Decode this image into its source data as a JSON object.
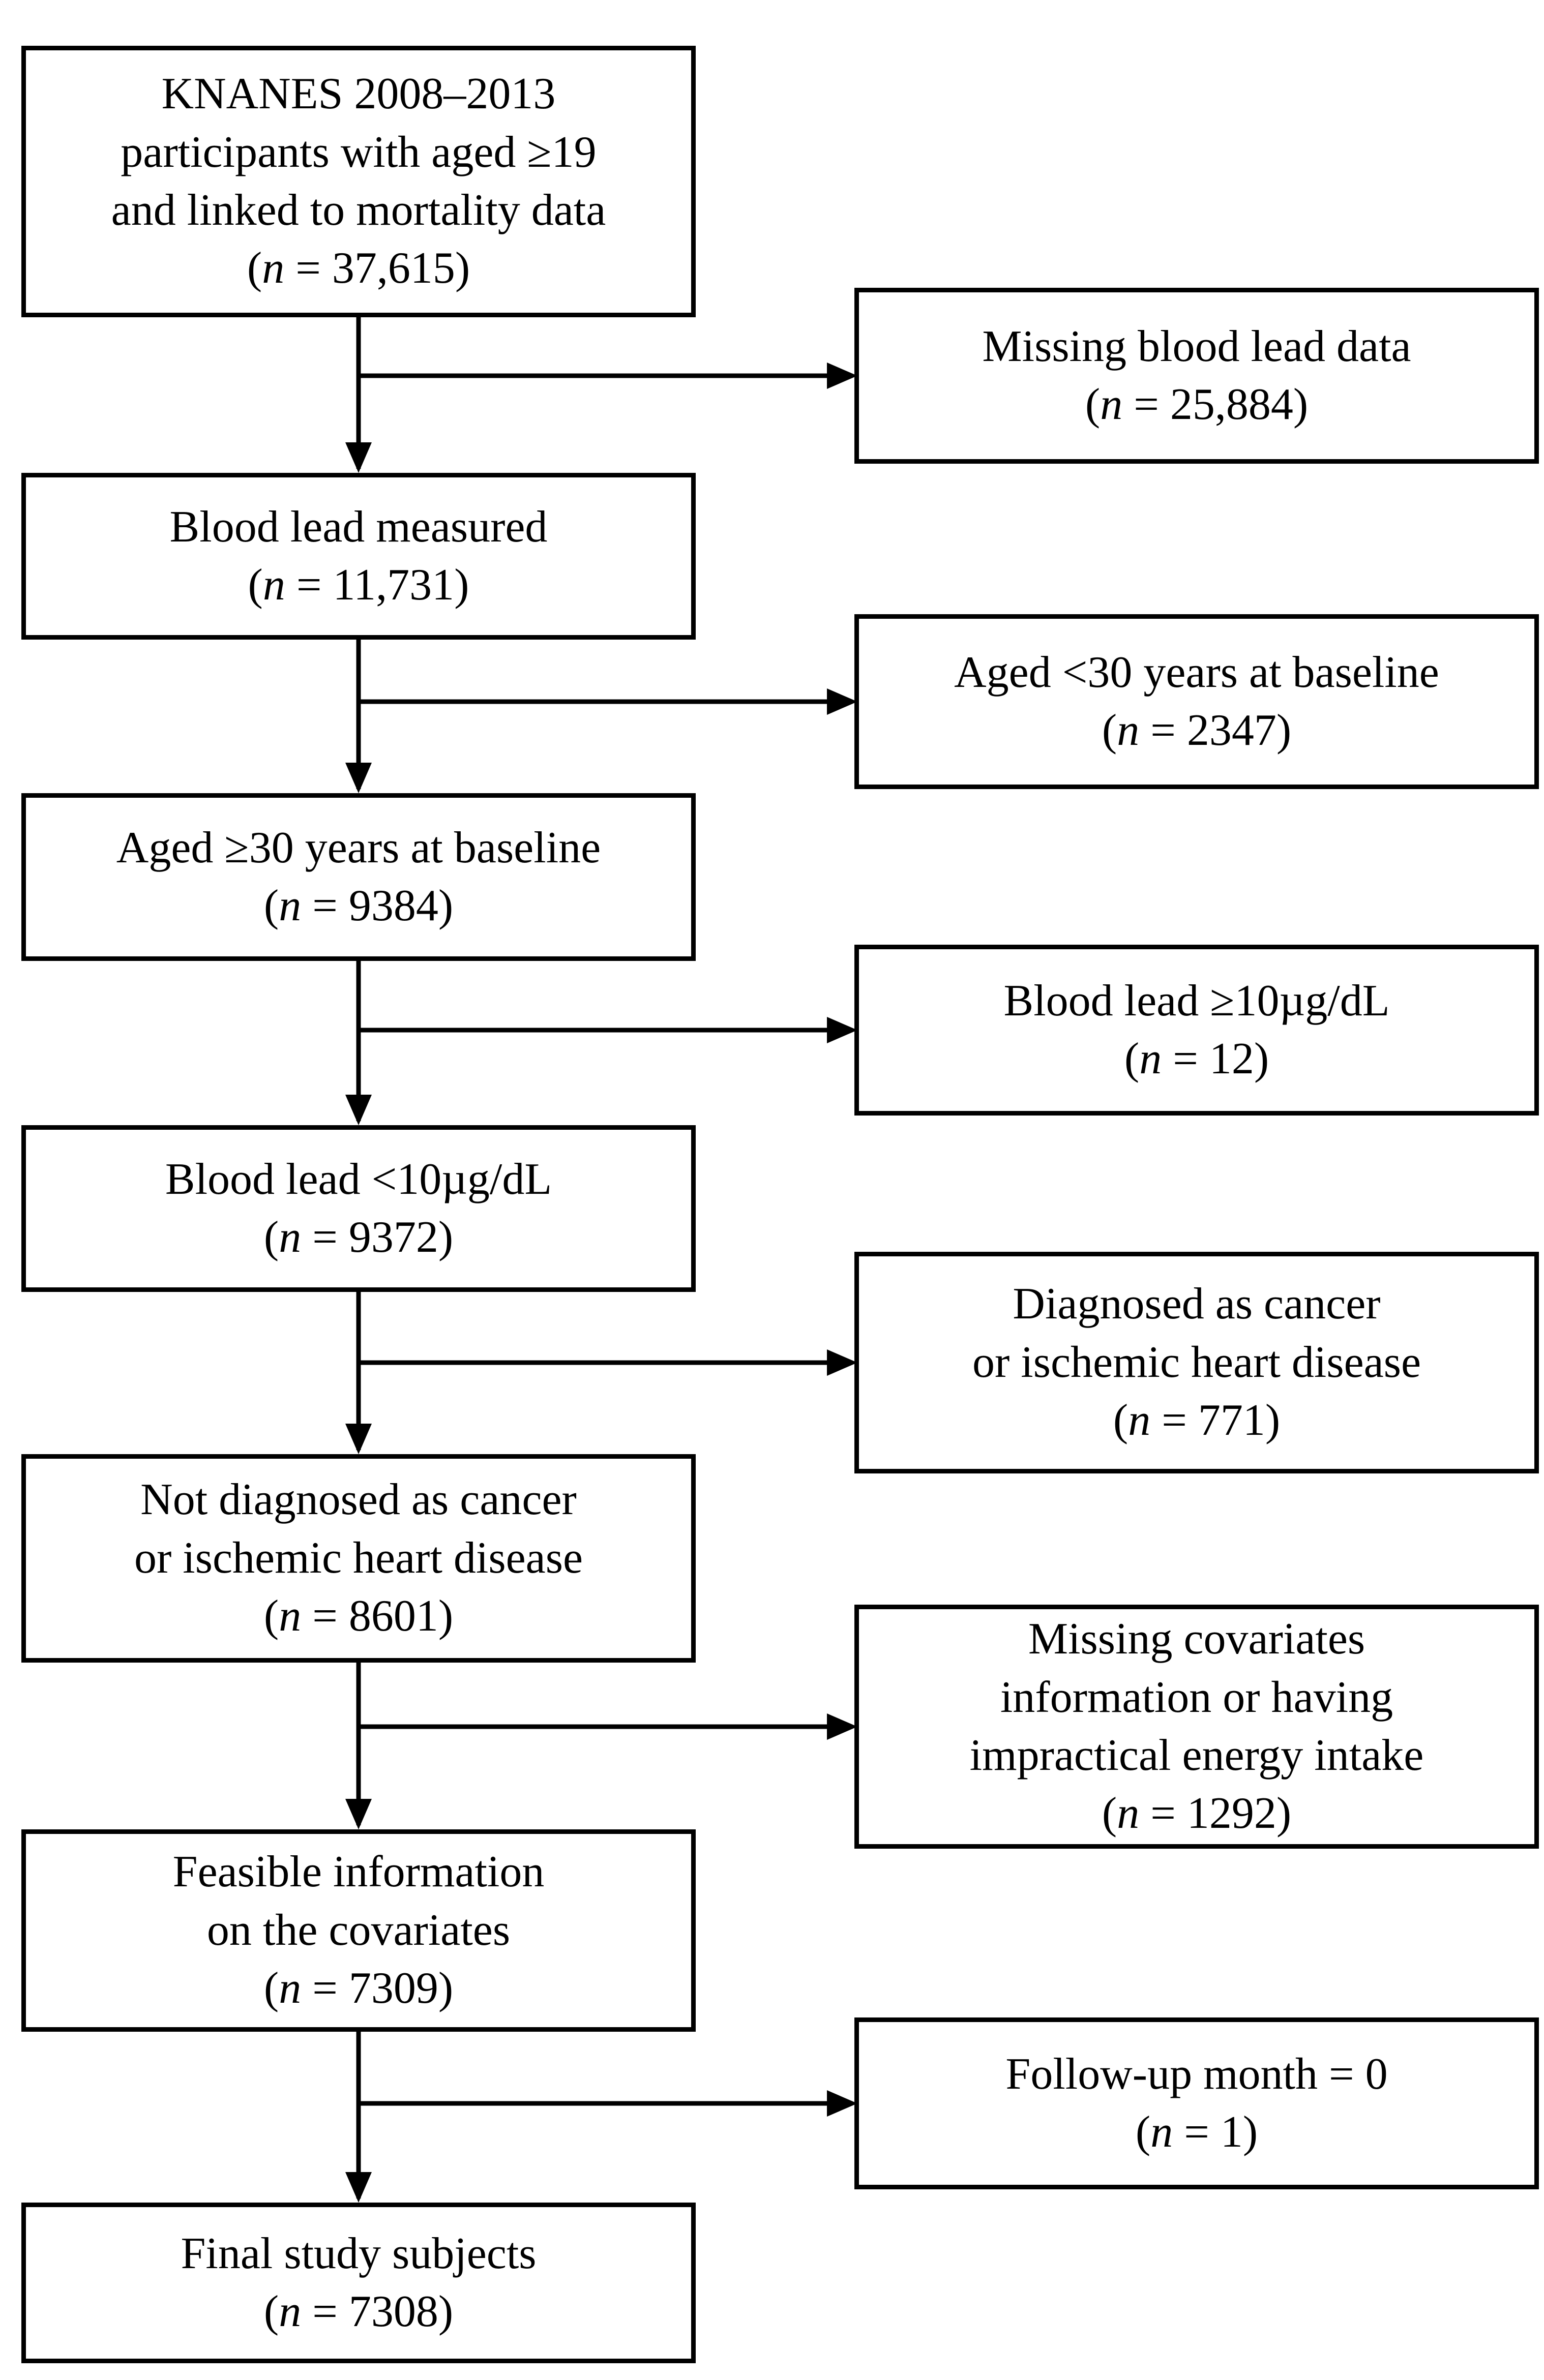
{
  "figure": {
    "type": "study-flow-diagram",
    "background_color": "#ffffff",
    "line_color": "#000000"
  },
  "boxes": [
    {
      "name": "knanes-participants",
      "column": "left",
      "text": "KNANES 2008–2013\nparticipants with aged ≥19\nand linked to mortality data",
      "n_line": "(n = 37,615)"
    },
    {
      "name": "missing-blood-lead",
      "column": "right",
      "text": "Missing blood lead data",
      "n_line": "(n = 25,884)"
    },
    {
      "name": "blood-lead-measured",
      "column": "left",
      "text": "Blood lead measured",
      "n_line": "(n = 11,731)"
    },
    {
      "name": "aged-under-30",
      "column": "right",
      "text": "Aged <30 years at baseline",
      "n_line": "(n = 2347)"
    },
    {
      "name": "aged-30-or-more",
      "column": "left",
      "text": "Aged ≥30 years at baseline",
      "n_line": "(n = 9384)"
    },
    {
      "name": "blood-lead-high",
      "column": "right",
      "text": "Blood lead ≥10µg/dL",
      "n_line": "(n = 12)"
    },
    {
      "name": "blood-lead-low",
      "column": "left",
      "text": "Blood lead <10µg/dL",
      "n_line": "(n = 9372)"
    },
    {
      "name": "diagnosed-cancer-ihd",
      "column": "right",
      "text": "Diagnosed as cancer\nor ischemic heart disease",
      "n_line": "(n = 771)"
    },
    {
      "name": "not-diagnosed-cancer-ihd",
      "column": "left",
      "text": "Not diagnosed as cancer\nor ischemic heart disease",
      "n_line": "(n = 8601)"
    },
    {
      "name": "missing-covariates",
      "column": "right",
      "text": "Missing covariates\ninformation or having\nimpractical energy intake",
      "n_line": "(n = 1292)"
    },
    {
      "name": "feasible-covariates",
      "column": "left",
      "text": "Feasible information\non the covariates",
      "n_line": "(n = 7309)"
    },
    {
      "name": "followup-month-zero",
      "column": "right",
      "text": "Follow-up month = 0",
      "n_line": "(n = 1)"
    },
    {
      "name": "final-study-subjects",
      "column": "left",
      "text": "Final study subjects",
      "n_line": "(n = 7308)"
    }
  ]
}
